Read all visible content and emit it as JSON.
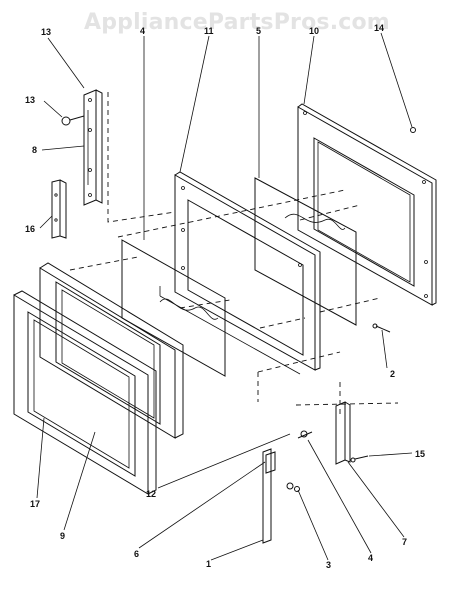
{
  "watermark": "AppliancePartsPros.com",
  "callouts": [
    {
      "id": "c13a",
      "text": "13"
    },
    {
      "id": "c13b",
      "text": "13"
    },
    {
      "id": "c8",
      "text": "8"
    },
    {
      "id": "c16",
      "text": "16"
    },
    {
      "id": "c4top",
      "text": "4"
    },
    {
      "id": "c11",
      "text": "11"
    },
    {
      "id": "c5",
      "text": "5"
    },
    {
      "id": "c10",
      "text": "10"
    },
    {
      "id": "c14",
      "text": "14"
    },
    {
      "id": "c2",
      "text": "2"
    },
    {
      "id": "c15",
      "text": "15"
    },
    {
      "id": "c12",
      "text": "12"
    },
    {
      "id": "c17",
      "text": "17"
    },
    {
      "id": "c9",
      "text": "9"
    },
    {
      "id": "c6",
      "text": "6"
    },
    {
      "id": "c1",
      "text": "1"
    },
    {
      "id": "c3",
      "text": "3"
    },
    {
      "id": "c4",
      "text": "4"
    },
    {
      "id": "c7",
      "text": "7"
    }
  ]
}
